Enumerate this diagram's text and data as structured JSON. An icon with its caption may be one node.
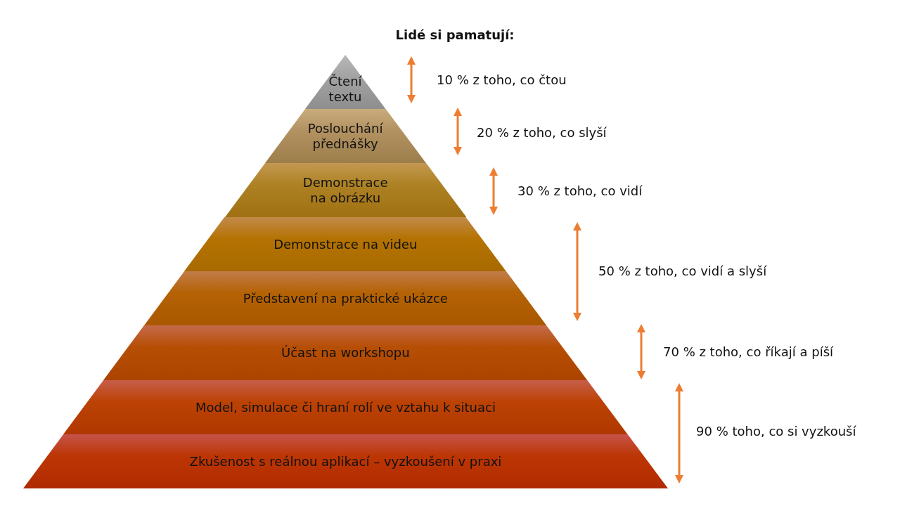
{
  "diagram": {
    "title": "Lidé si pamatují:",
    "nodes": [
      {
        "text": [
          "Čtení textu"
        ]
      },
      {
        "text": [
          "Poslouchání přednášky"
        ]
      },
      {
        "text": [
          "Demonstrace na obrázku"
        ]
      },
      {
        "text": [
          "Demonstrace na videu"
        ]
      },
      {
        "text": [
          "Představení na praktické ukázce"
        ]
      },
      {
        "text": [
          "Účast na workshopu"
        ]
      },
      {
        "text": [
          "Model, simulace či hraní rolí ve vztahu k situaci"
        ]
      },
      {
        "text": [
          "Zkušenost s reálnou aplikací – vyzkoušení v praxi"
        ]
      }
    ],
    "labels": [
      "10 % z toho, co čtou",
      "20 % z toho, co slyší",
      "30 % z toho, co vidí",
      "50 % z toho, co vidí a slyší",
      "70 % z toho, co říkají a píší",
      "90 % toho, co si vyzkouší"
    ]
  }
}
